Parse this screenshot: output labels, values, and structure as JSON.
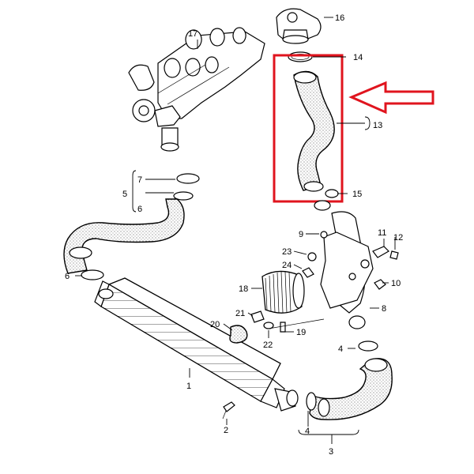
{
  "callouts": {
    "c1": "1",
    "c2": "2",
    "c3": "3",
    "c4a": "4",
    "c4b": "4",
    "c5": "5",
    "c6a": "6",
    "c6b": "6",
    "c7": "7",
    "c8": "8",
    "c9": "9",
    "c10": "10",
    "c11": "11",
    "c12": "12",
    "c13": "13",
    "c14": "14",
    "c15": "15",
    "c16": "16",
    "c17": "17",
    "c18": "18",
    "c19": "19",
    "c20": "20",
    "c21": "21",
    "c22": "22",
    "c23": "23",
    "c24": "24"
  },
  "colors": {
    "highlight": "#e0141e",
    "arrow": "#e0141e",
    "line": "#000000"
  }
}
